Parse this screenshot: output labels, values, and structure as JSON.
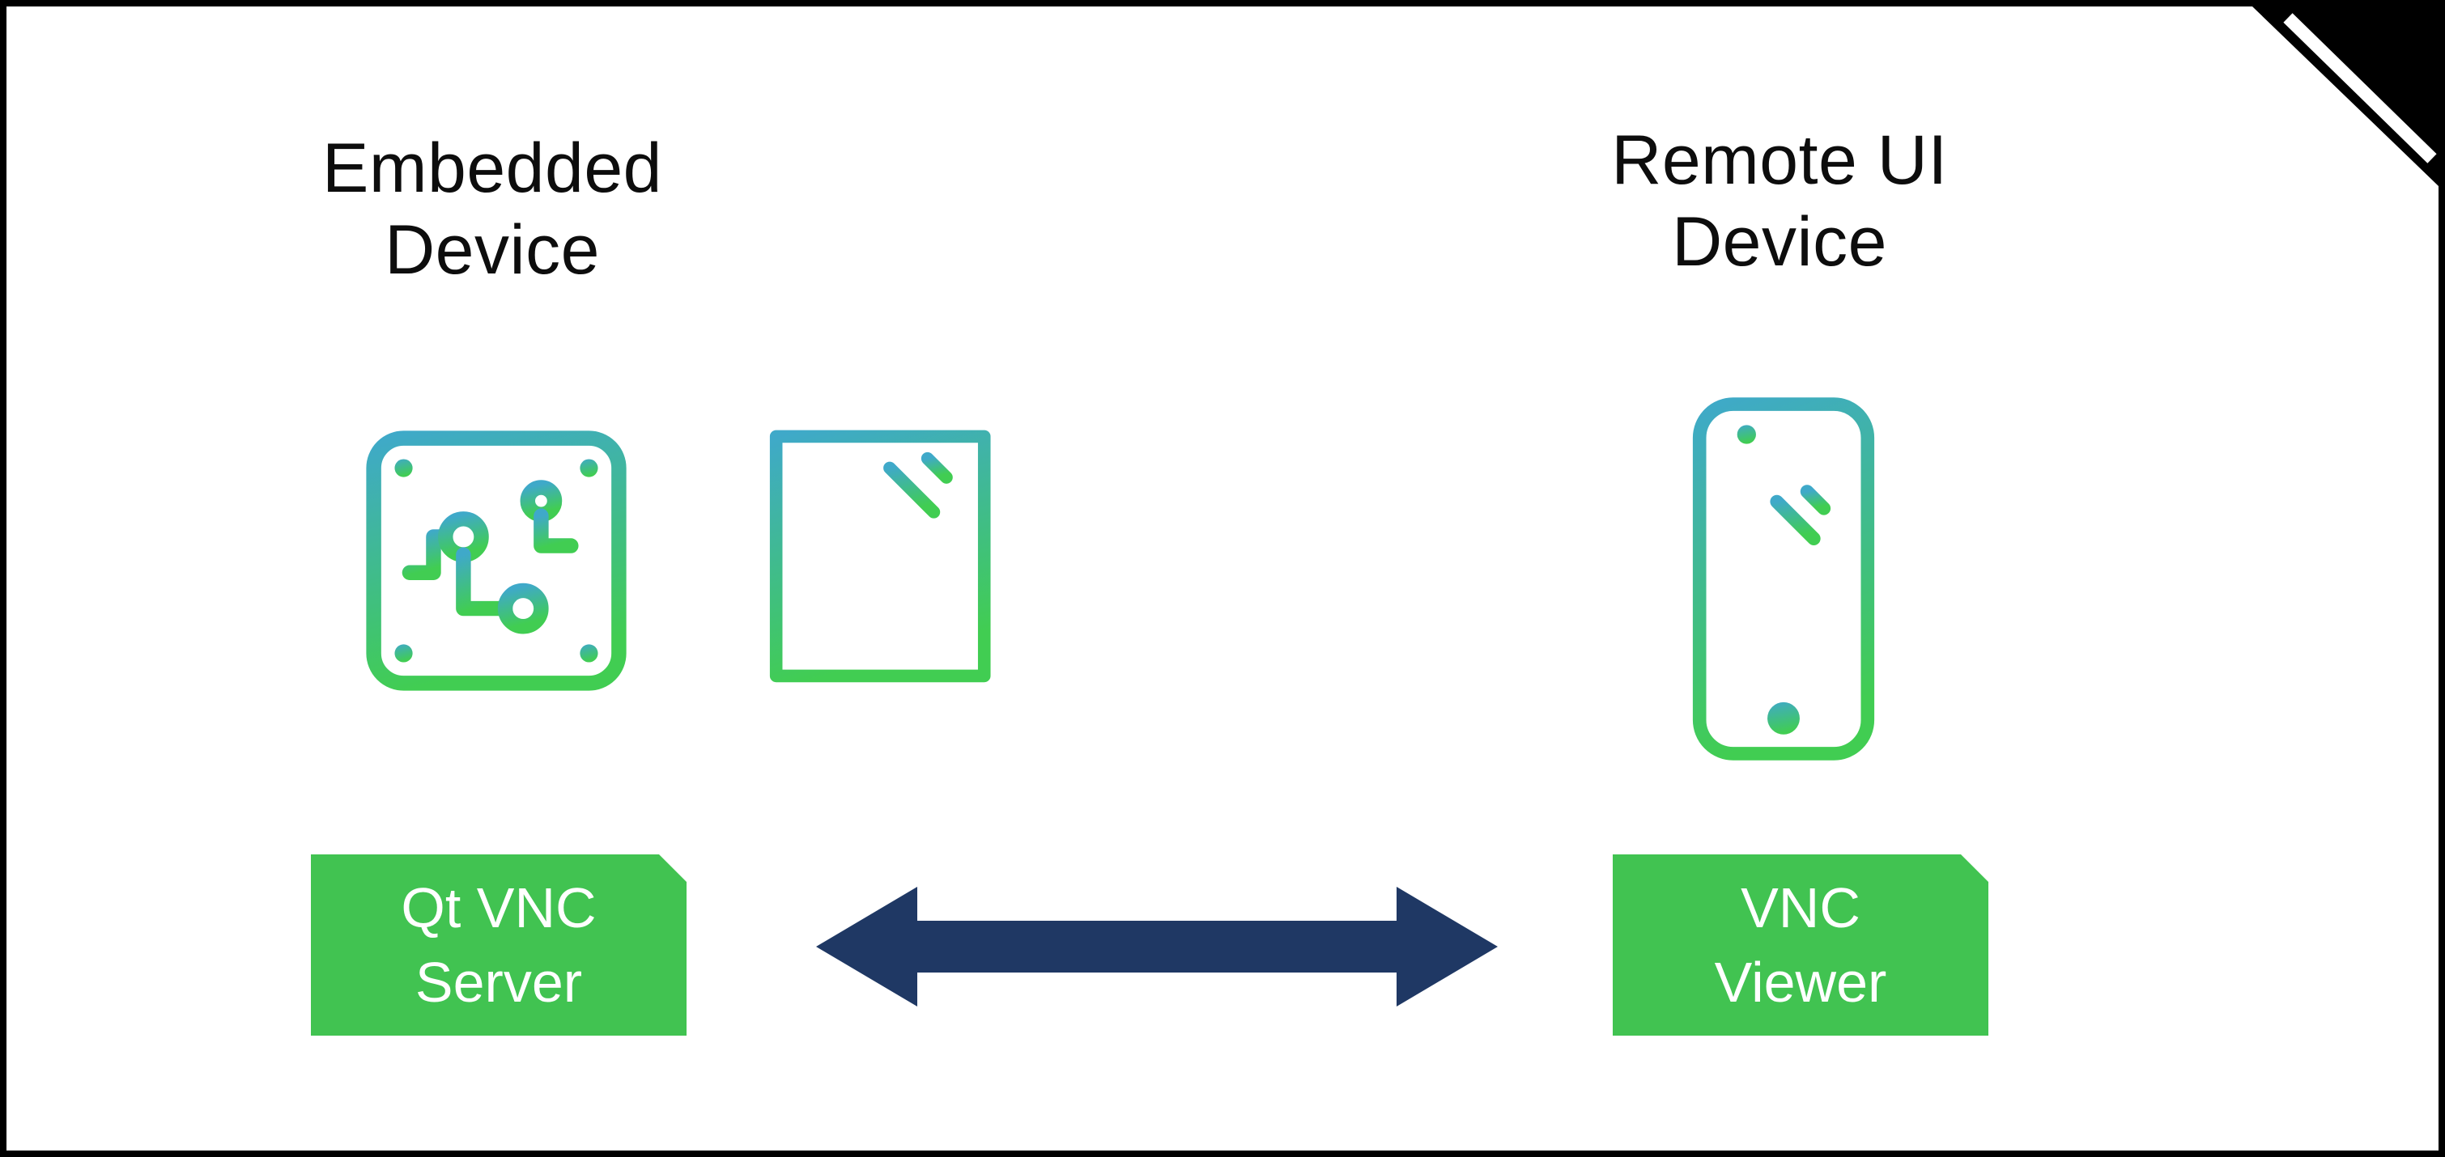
{
  "colors": {
    "box_green": "#41c351",
    "arrow_navy": "#1f3864",
    "icon_gradient_top": "#3fa9c9",
    "icon_gradient_bottom": "#41cd52",
    "title_text": "#0d0d0d",
    "box_text": "#ffffff",
    "border_black": "#000000"
  },
  "left_group": {
    "title_line1": "Embedded",
    "title_line2": "Device",
    "box_line1": "Qt VNC",
    "box_line2": "Server",
    "icons": [
      "chip-icon",
      "display-icon"
    ]
  },
  "right_group": {
    "title_line1": "Remote UI",
    "title_line2": "Device",
    "box_line1": "VNC",
    "box_line2": "Viewer",
    "icons": [
      "smartphone-icon"
    ]
  },
  "connector": {
    "type": "double-headed-arrow",
    "meaning": "bidirectional connection between Qt VNC Server and VNC Viewer"
  }
}
